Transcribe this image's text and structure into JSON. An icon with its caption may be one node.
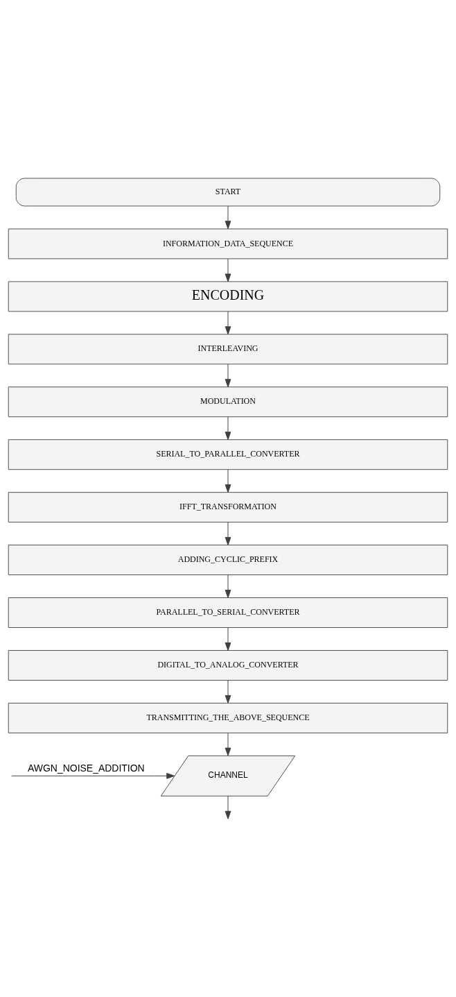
{
  "diagram": {
    "nodes": [
      {
        "text": [
          "START"
        ]
      },
      {
        "text": [
          "INFORMATION_DATA_SEQUENCE"
        ]
      },
      {
        "text": [
          "ENCODING"
        ]
      },
      {
        "text": [
          "INTERLEAVING"
        ]
      },
      {
        "text": [
          "MODULATION"
        ]
      },
      {
        "text": [
          "SERIAL_TO_PARALLEL_CONVERTER"
        ]
      },
      {
        "text": [
          "IFFT_TRANSFORMATION"
        ]
      },
      {
        "text": [
          "ADDING_CYCLIC_PREFIX"
        ]
      },
      {
        "text": [
          "PARALLEL_TO_SERIAL_CONVERTER"
        ]
      },
      {
        "text": [
          "DIGITAL_TO_ANALOG_CONVERTER"
        ]
      },
      {
        "text": [
          "TRANSMITTING_THE_ABOVE_SEQUENCE"
        ]
      },
      {
        "text": [
          "CHANNEL"
        ]
      }
    ],
    "edges": [
      {
        "from": 0,
        "to": 1,
        "arrow": "to"
      },
      {
        "from": 1,
        "to": 2,
        "arrow": "to"
      },
      {
        "from": 2,
        "to": 3,
        "arrow": "to"
      },
      {
        "from": 3,
        "to": 4,
        "arrow": "to"
      },
      {
        "from": 4,
        "to": 5,
        "arrow": "to"
      },
      {
        "from": 5,
        "to": 6,
        "arrow": "to"
      },
      {
        "from": 6,
        "to": 7,
        "arrow": "to"
      },
      {
        "from": 7,
        "to": 8,
        "arrow": "to"
      },
      {
        "from": 8,
        "to": 9,
        "arrow": "to"
      },
      {
        "from": 9,
        "to": 10,
        "arrow": "to"
      },
      {
        "from": 10,
        "to": 11,
        "arrow": "to"
      },
      {
        "from": null,
        "to": 11,
        "arrow": "to",
        "label": "AWGN_NOISE_ADDITION"
      },
      {
        "from": 11,
        "to": null,
        "arrow": "to"
      }
    ]
  }
}
